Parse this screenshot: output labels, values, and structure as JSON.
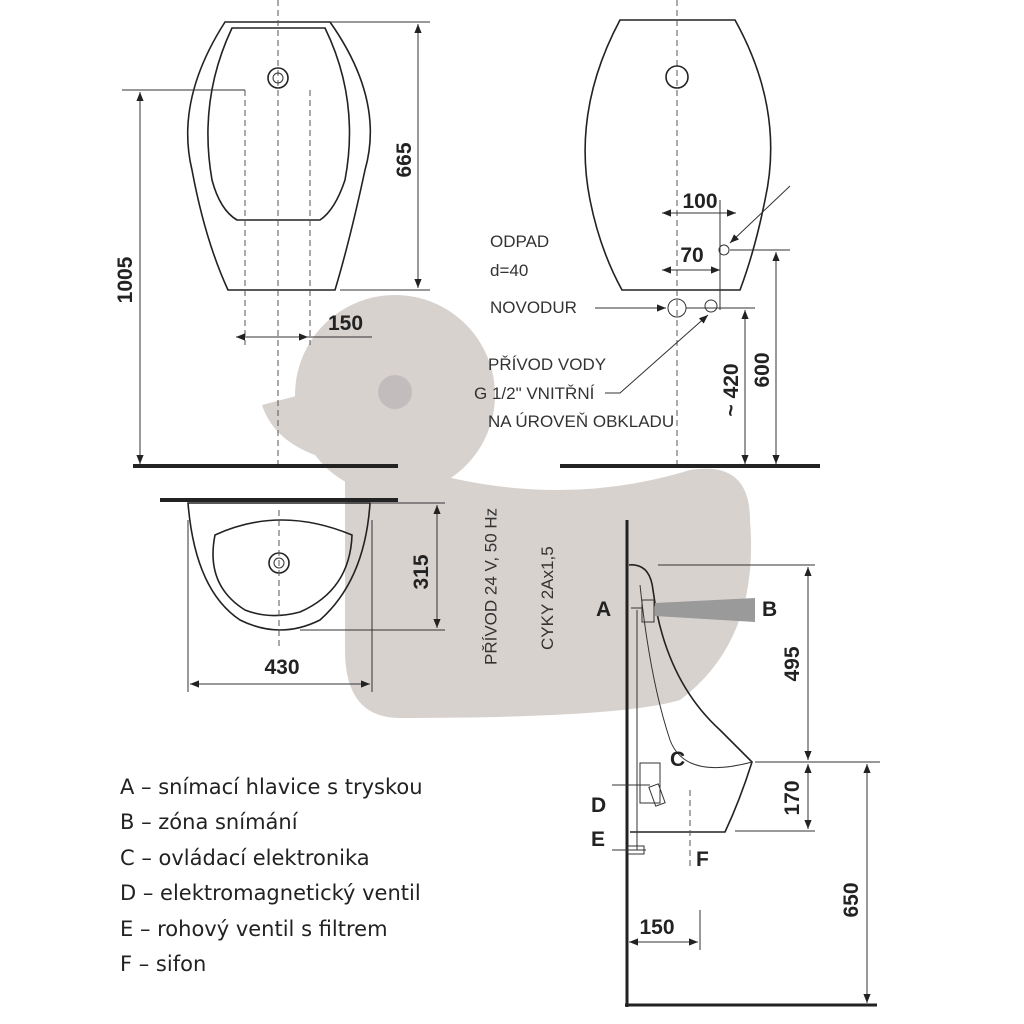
{
  "watermark": {
    "shape": "duck",
    "color": "#d8d2cf"
  },
  "dimensions": {
    "front_height": "665",
    "total_height": "1005",
    "front_offset": "150",
    "rear_100": "100",
    "rear_70": "70",
    "rear_420": "~ 420",
    "rear_600": "600",
    "top_depth": "315",
    "top_width": "430",
    "side_495": "495",
    "side_170": "170",
    "side_650": "650",
    "side_150": "150"
  },
  "notes": {
    "odpad": [
      "ODPAD",
      "d=40",
      "NOVODUR"
    ],
    "privod_vody": [
      "PŘÍVOD VODY",
      "G 1/2\" VNITŘNÍ",
      "NA ÚROVEŇ OBKLADU"
    ],
    "power": [
      "PŘÍVOD 24 V, 50 Hz",
      "CYKY 2Ax1,5"
    ]
  },
  "markers": {
    "A": "A",
    "B": "B",
    "C": "C",
    "D": "D",
    "E": "E",
    "F": "F"
  },
  "legend": [
    "A – snímací hlavice s tryskou",
    "B – zóna snímání",
    "C – ovládací elektronika",
    "D – elektromagnetický ventil",
    "E – rohový ventil s filtrem",
    "F – sifon"
  ]
}
